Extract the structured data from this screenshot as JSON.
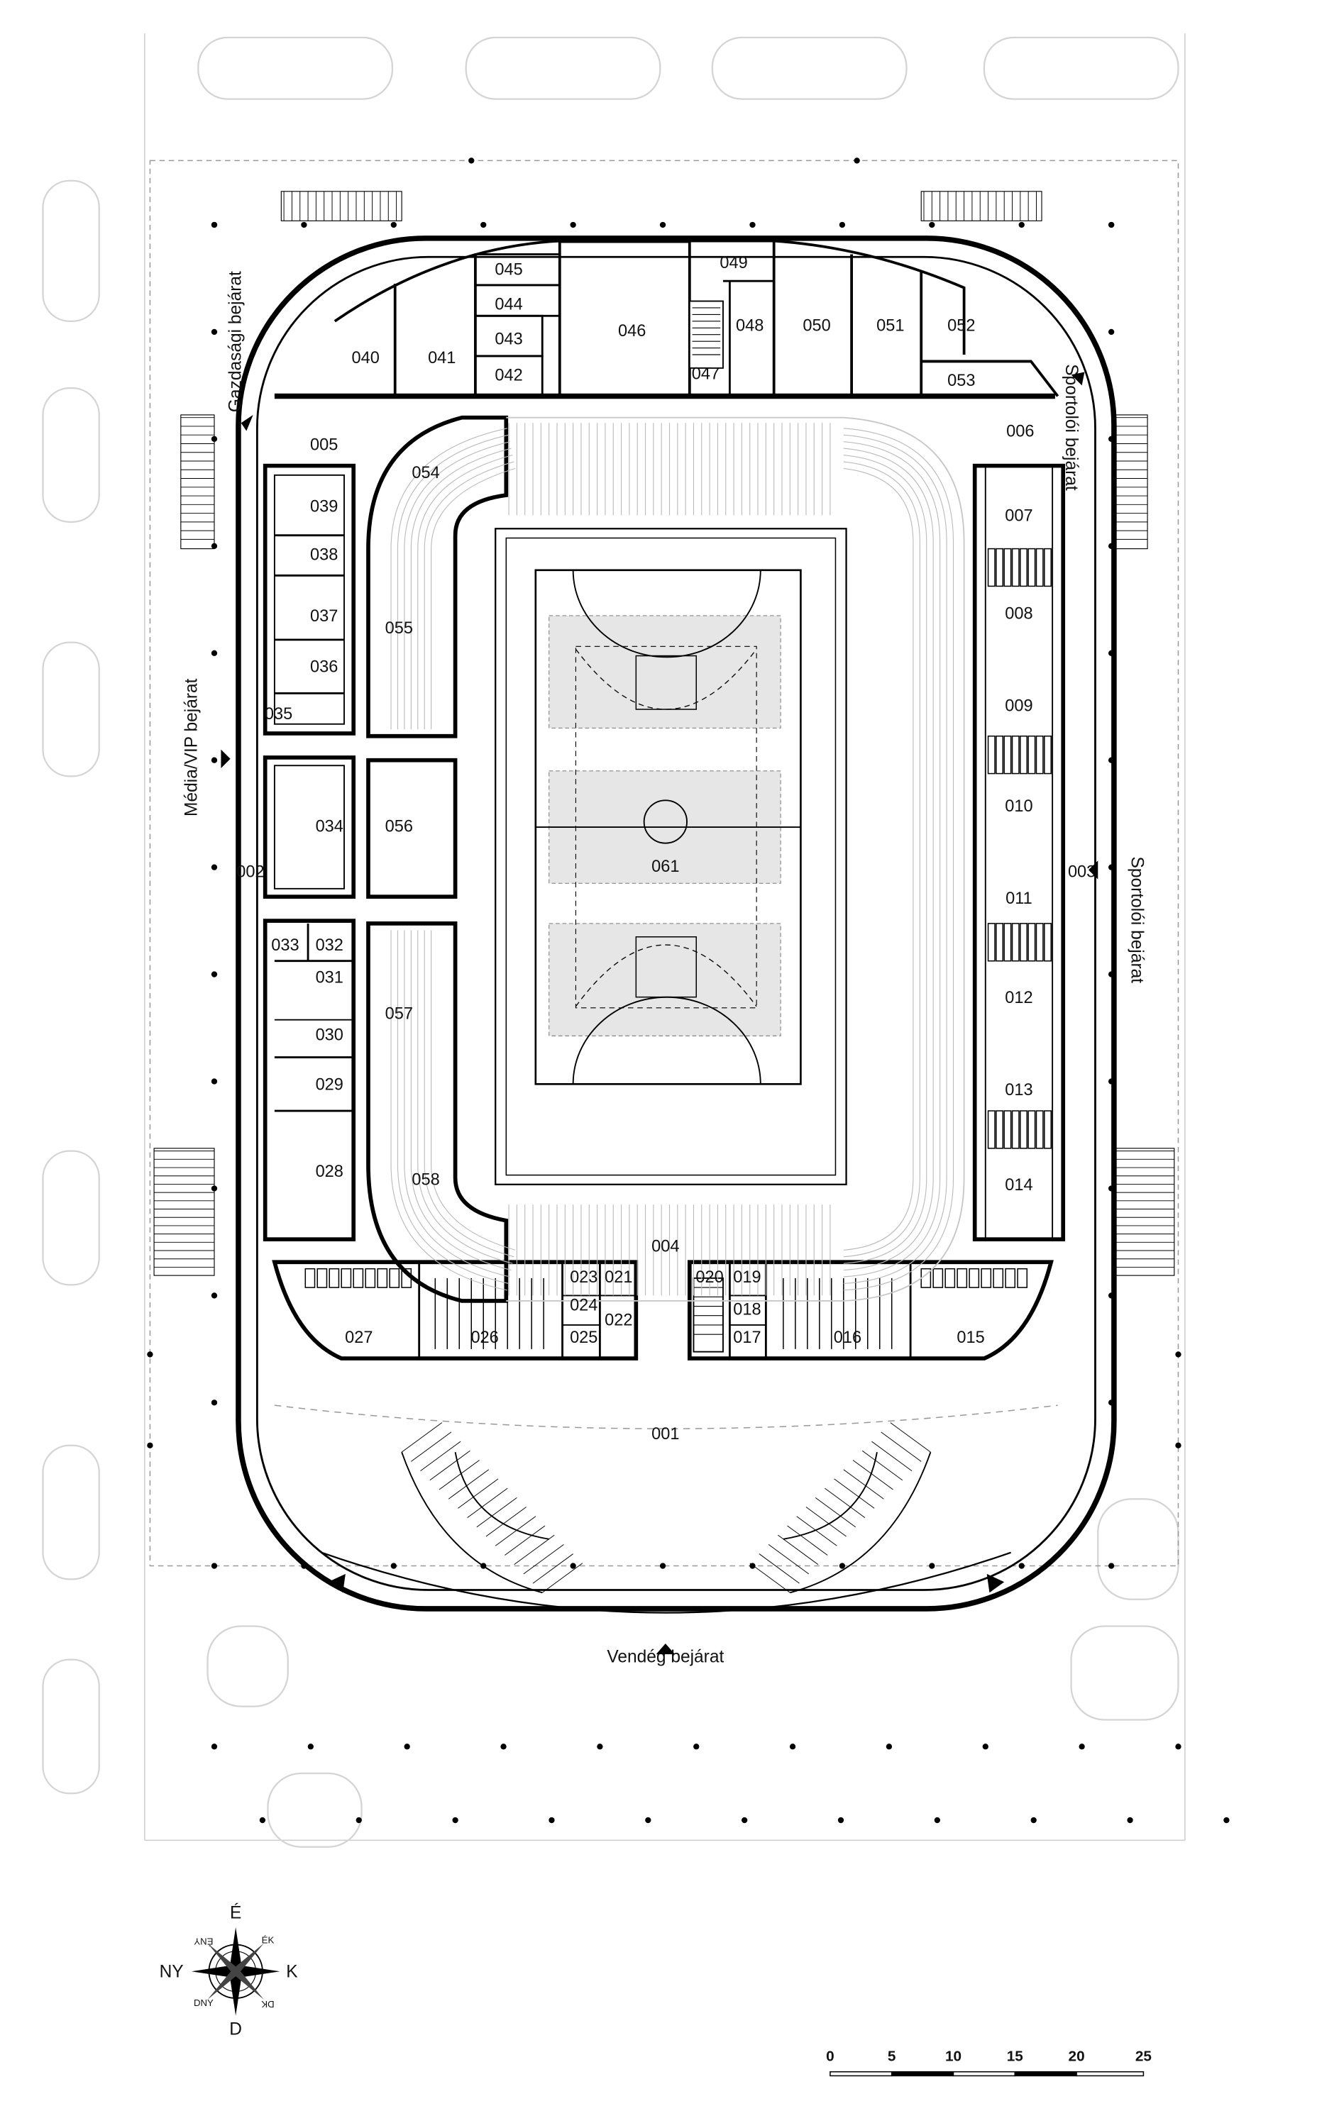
{
  "rooms": [
    "001",
    "002",
    "003",
    "004",
    "005",
    "006",
    "007",
    "008",
    "009",
    "010",
    "011",
    "012",
    "013",
    "014",
    "015",
    "016",
    "017",
    "018",
    "019",
    "020",
    "021",
    "022",
    "023",
    "024",
    "025",
    "026",
    "027",
    "028",
    "029",
    "030",
    "031",
    "032",
    "033",
    "034",
    "035",
    "036",
    "037",
    "038",
    "039",
    "040",
    "041",
    "042",
    "043",
    "044",
    "045",
    "046",
    "047",
    "048",
    "049",
    "050",
    "051",
    "052",
    "053",
    "054",
    "055",
    "056",
    "057",
    "058",
    "061"
  ],
  "entrances": {
    "economic": "Gazdasági bejárat",
    "athlete_north": "Sportolói bejárat",
    "media_vip": "Média/VIP bejárat",
    "athlete_east": "Sportolói bejárat",
    "guest": "Vendég bejárat"
  },
  "compass": {
    "north": "É",
    "south": "D",
    "east": "K",
    "west": "NY",
    "ne": "ÉK",
    "nw": "ÉNY",
    "se": "DK",
    "sw": "DNY"
  },
  "scale_bar": {
    "ticks": [
      "0",
      "5",
      "10",
      "15",
      "20",
      "25"
    ]
  },
  "colors": {
    "ink": "#000000",
    "court_fill": "#e6e6e6",
    "faint_line": "#c8c8c8"
  }
}
